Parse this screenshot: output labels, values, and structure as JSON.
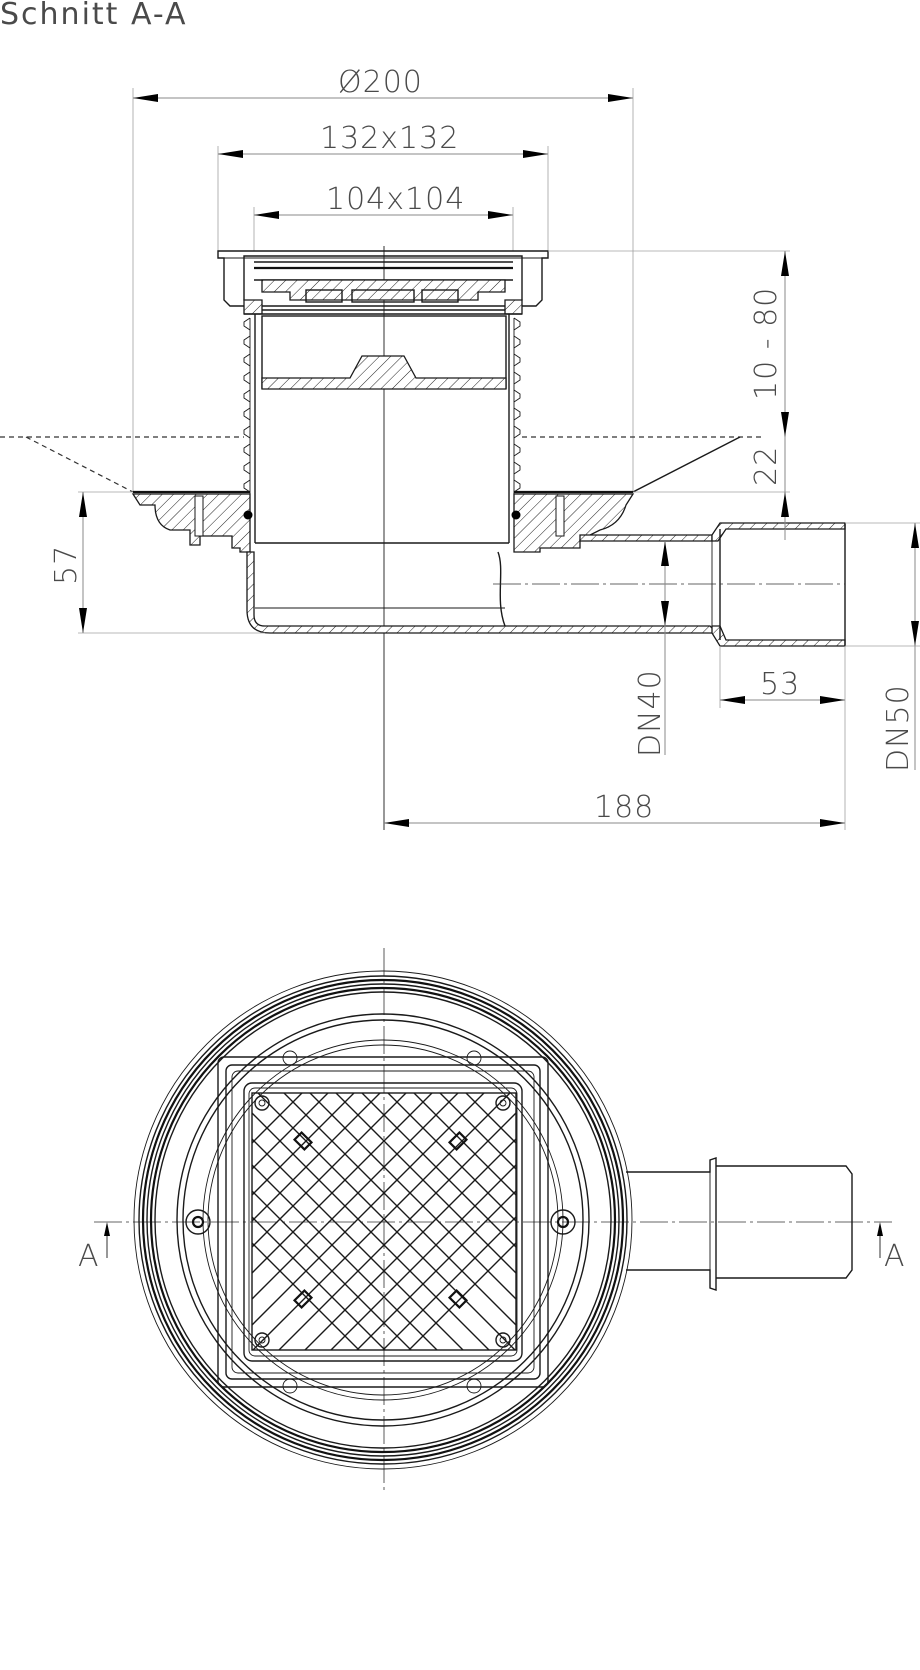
{
  "title": "Schnitt  A-A",
  "section_view": {
    "dimensions": {
      "diameter": "Ø200",
      "frame": "132x132",
      "grate": "104x104",
      "height_adjust": "10 - 80",
      "floor_offset": "22",
      "outlet_height": "57",
      "outlet_dn_inner": "DN40",
      "outlet_dn_outer": "DN50",
      "socket_length": "53",
      "outlet_reach": "188"
    }
  },
  "top_view": {
    "section_marker_left": "A",
    "section_marker_right": "A"
  },
  "colors": {
    "line": "#1a1a1a",
    "dimension": "#8a8a8a",
    "text": "#4a4a4a",
    "background": "#ffffff"
  }
}
